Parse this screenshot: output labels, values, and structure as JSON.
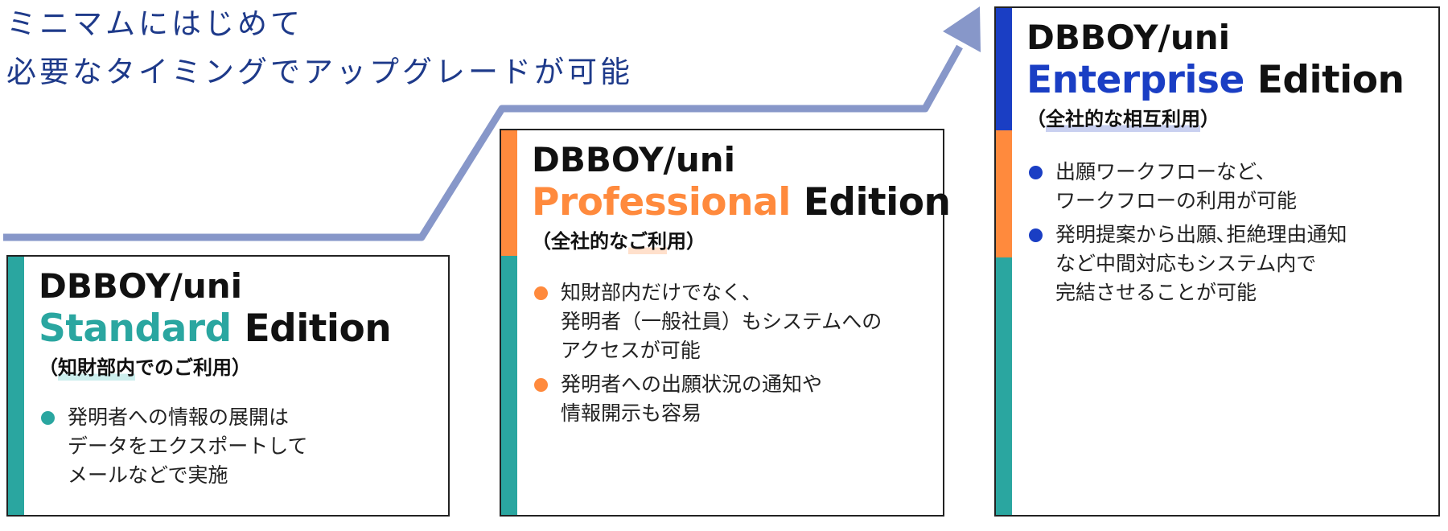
{
  "headline": {
    "line1": "ミニマムにはじめて",
    "line2": "必要なタイミングでアップグレードが可能"
  },
  "colors": {
    "standard": "#2aa6a0",
    "professional": "#ff8a3d",
    "enterprise": "#1a3ec4",
    "arrow": "#8797c9",
    "headline": "#1e3a8a"
  },
  "cards": [
    {
      "id": "standard",
      "product": "DBBOY/uni",
      "edition_name": "Standard",
      "edition_suffix": "Edition",
      "subtitle_open": "（",
      "subtitle_highlight": "知財部内",
      "subtitle_rest": "でのご利用）",
      "bullets": [
        "発明者への情報の展開は\nデータをエクスポートして\nメールなどで実施"
      ]
    },
    {
      "id": "professional",
      "product": "DBBOY/uni",
      "edition_name": "Professional",
      "edition_suffix": "Edition",
      "subtitle_open": "（全社的な",
      "subtitle_highlight": "ご利",
      "subtitle_rest": "用）",
      "bullets": [
        "知財部内だけでなく、\n発明者（一般社員）もシステムへの\nアクセスが可能",
        "発明者への出願状況の通知や\n情報開示も容易"
      ]
    },
    {
      "id": "enterprise",
      "product": "DBBOY/uni",
      "edition_name": "Enterprise",
      "edition_suffix": "Edition",
      "subtitle_open": "（",
      "subtitle_highlight": "全社的な相互利用",
      "subtitle_rest": "）",
      "bullets": [
        "出願ワークフローなど、\nワークフローの利用が可能",
        "発明提案から出願､拒絶理由通知\nなど中間対応もシステム内で\n完結させることが可能"
      ]
    }
  ]
}
